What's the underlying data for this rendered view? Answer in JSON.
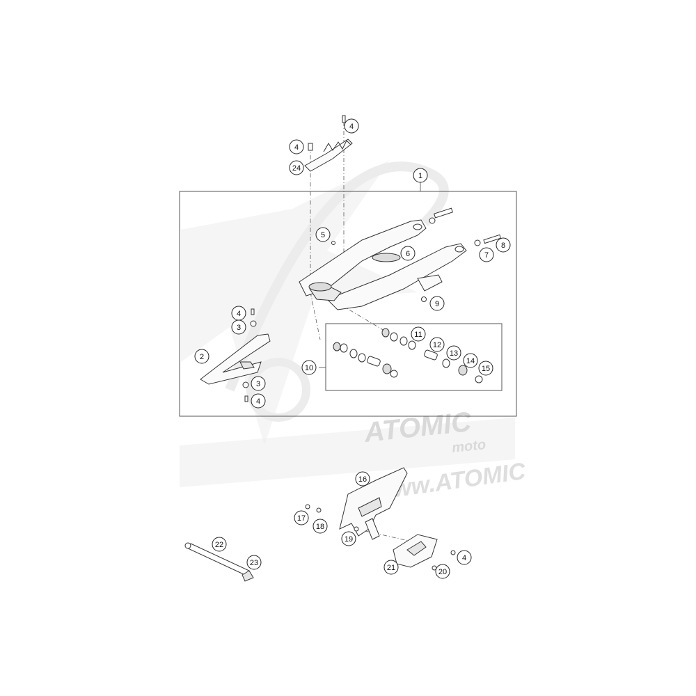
{
  "diagram": {
    "callouts": [
      {
        "id": "c1",
        "label": "1"
      },
      {
        "id": "c2",
        "label": "2"
      },
      {
        "id": "c3a",
        "label": "3"
      },
      {
        "id": "c3b",
        "label": "3"
      },
      {
        "id": "c4a",
        "label": "4"
      },
      {
        "id": "c4b",
        "label": "4"
      },
      {
        "id": "c4c",
        "label": "4"
      },
      {
        "id": "c4d",
        "label": "4"
      },
      {
        "id": "c4e",
        "label": "4"
      },
      {
        "id": "c5",
        "label": "5"
      },
      {
        "id": "c6",
        "label": "6"
      },
      {
        "id": "c7",
        "label": "7"
      },
      {
        "id": "c8",
        "label": "8"
      },
      {
        "id": "c9",
        "label": "9"
      },
      {
        "id": "c10",
        "label": "10"
      },
      {
        "id": "c11",
        "label": "11"
      },
      {
        "id": "c12",
        "label": "12"
      },
      {
        "id": "c13",
        "label": "13"
      },
      {
        "id": "c14",
        "label": "14"
      },
      {
        "id": "c15",
        "label": "15"
      },
      {
        "id": "c16",
        "label": "16"
      },
      {
        "id": "c17",
        "label": "17"
      },
      {
        "id": "c18",
        "label": "18"
      },
      {
        "id": "c19",
        "label": "19"
      },
      {
        "id": "c20",
        "label": "20"
      },
      {
        "id": "c21",
        "label": "21"
      },
      {
        "id": "c22",
        "label": "22"
      },
      {
        "id": "c23",
        "label": "23"
      },
      {
        "id": "c24",
        "label": "24"
      }
    ],
    "watermark": {
      "brand": "ATOMIC",
      "sub": "moto",
      "url": "www.ATOMIC"
    },
    "colors": {
      "line": "#333333",
      "watermark": "#e9e9e9"
    }
  }
}
